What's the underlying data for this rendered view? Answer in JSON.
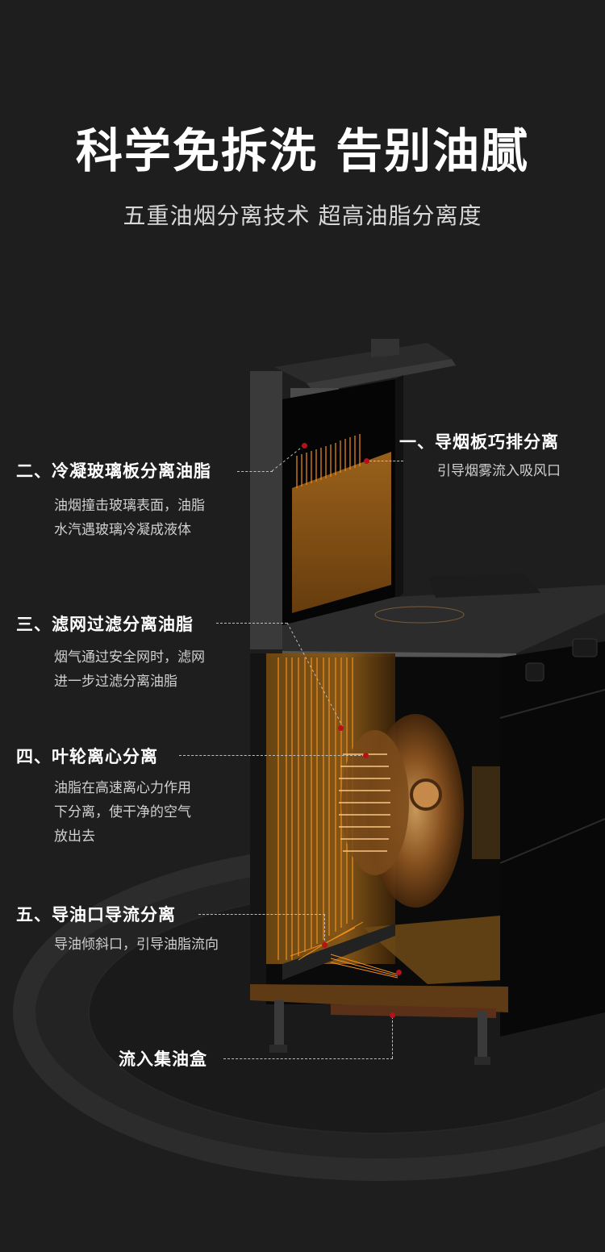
{
  "header": {
    "title": "科学免拆洗 告别油腻",
    "subtitle": "五重油烟分离技术 超高油脂分离度"
  },
  "features": [
    {
      "number": "一、",
      "title": "导烟板巧排分离",
      "desc": [
        "引导烟雾流入吸风口"
      ]
    },
    {
      "number": "二、",
      "title": "冷凝玻璃板分离油脂",
      "desc": [
        "油烟撞击玻璃表面，油脂",
        "水汽遇玻璃冷凝成液体"
      ]
    },
    {
      "number": "三、",
      "title": "滤网过滤分离油脂",
      "desc": [
        "烟气通过安全网时，滤网",
        "进一步过滤分离油脂"
      ]
    },
    {
      "number": "四、",
      "title": "叶轮离心分离",
      "desc": [
        "油脂在高速离心力作用",
        "下分离，使干净的空气",
        "放出去"
      ]
    },
    {
      "number": "五、",
      "title": "导油口导流分离",
      "desc": [
        "导油倾斜口，引导油脂流向"
      ]
    }
  ],
  "final_label": {
    "title": "流入集油盒"
  },
  "colors": {
    "background": "#1e1e1e",
    "accent_orange": "#f0901e",
    "marker_red": "#b5111b",
    "leader_line": "#bdbdbd"
  }
}
